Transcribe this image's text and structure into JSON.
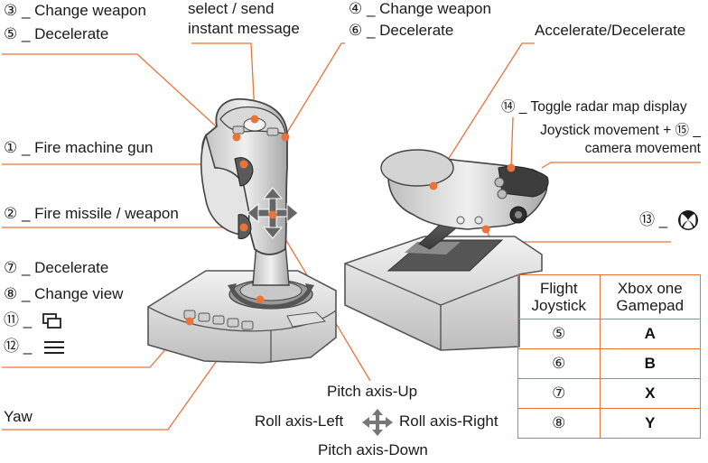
{
  "labels": {
    "change_weapon_left": "③ _ Change weapon",
    "decelerate_left": "⑤ _ Decelerate",
    "select_send": "select / send",
    "instant_message": "instant message",
    "change_weapon_right": "④ _ Change weapon",
    "decelerate_right": "⑥ _ Decelerate",
    "accelerate_decelerate": "Accelerate/Decelerate",
    "toggle_radar": "⑭ _ Toggle radar map display",
    "joystick_camera_line1": "Joystick movement + ⑮ _",
    "joystick_camera_line2": "camera movement",
    "fire_machine_gun": "① _ Fire machine gun",
    "fire_missile": "② _ Fire missile / weapon",
    "xbox_prefix": "⑬ _",
    "decelerate_7": "⑦ _ Decelerate",
    "change_view": "⑧ _ Change view",
    "view_prefix": "⑪ _",
    "menu_prefix": "⑫ _",
    "yaw": "Yaw",
    "pitch_up": "Pitch axis-Up",
    "roll_left": "Roll axis-Left",
    "roll_right": "Roll axis-Right",
    "pitch_down": "Pitch axis-Down"
  },
  "table": {
    "header_left_line1": "Flight",
    "header_left_line2": "Joystick",
    "header_right_line1": "Xbox one",
    "header_right_line2": "Gamepad",
    "rows": [
      {
        "joystick": "⑤",
        "gamepad": "A"
      },
      {
        "joystick": "⑥",
        "gamepad": "B"
      },
      {
        "joystick": "⑦",
        "gamepad": "X"
      },
      {
        "joystick": "⑧",
        "gamepad": "Y"
      }
    ]
  },
  "icons": {
    "xbox": "xbox-logo-icon",
    "view": "view-button-icon",
    "menu": "menu-button-icon",
    "four_way": "four-way-arrow-icon"
  },
  "colors": {
    "leader_line": "#e8743c",
    "marker": "#e8743c",
    "device_body": "#d9d9d9",
    "device_outline": "#555555"
  }
}
